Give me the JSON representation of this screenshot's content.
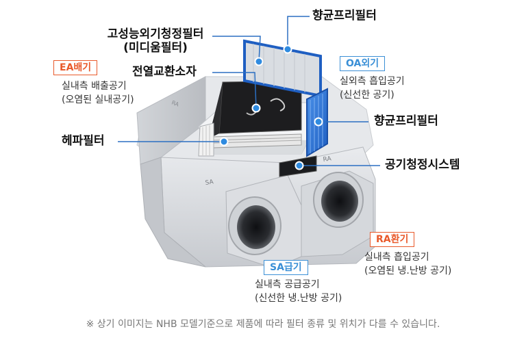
{
  "labels": {
    "prefilter_top": "향균프리필터",
    "hepa_title_1": "고성능외기청정필터",
    "hepa_title_2": "(미디움필터)",
    "heat_exchanger": "전열교환소자",
    "hepa_filter": "헤파필터",
    "prefilter_right": "향균프리필터",
    "air_clean_system": "공기청정시스템"
  },
  "tags": {
    "ea": {
      "title": "EA배기",
      "line1": "실내측 배출공기",
      "line2": "(오염된 실내공기)"
    },
    "oa": {
      "title": "OA외기",
      "line1": "실외측 흡입공기",
      "line2": "(신선한 공기)"
    },
    "ra": {
      "title": "RA환기",
      "line1": "실내측 흡입공기",
      "line2": "(오염된 냉.난방 공기)"
    },
    "sa": {
      "title": "SA급기",
      "line1": "실내측 공급공기",
      "line2": "(신선한 냉.난방 공기)"
    }
  },
  "device_marks": {
    "ra": "RA",
    "sa": "SA",
    "top": "RA"
  },
  "footnote": "※ 상기 이미지는 NHB 모델기준으로 제품에 따라 필터 종류 및 위치가 다를 수 있습니다.",
  "colors": {
    "marker": "#2f8be0",
    "orange": "#e9592a",
    "blue": "#3a8fd6"
  }
}
